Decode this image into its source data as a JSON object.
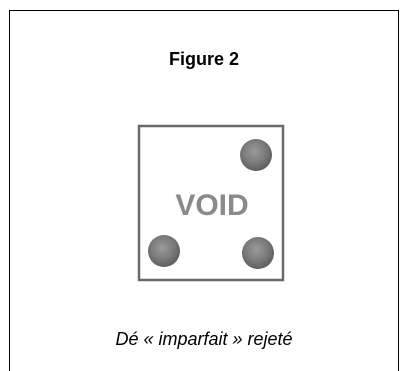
{
  "figure": {
    "title": "Figure 2",
    "die_text": "VOID",
    "caption": "Dé « imparfait » rejeté"
  }
}
